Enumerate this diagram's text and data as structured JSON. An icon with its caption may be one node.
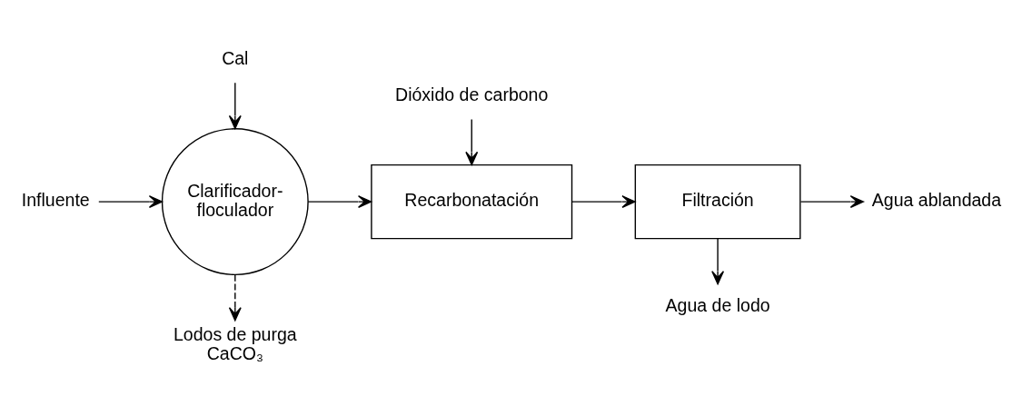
{
  "diagram": {
    "nodes": [
      {
        "text": [
          "Cal"
        ]
      },
      {
        "text": [
          "Dióxido de carbono"
        ]
      },
      {
        "text": [
          "Influente"
        ]
      },
      {
        "text": [
          "Clarificador-floculador"
        ]
      },
      {
        "text": [
          "Recarbonatación"
        ]
      },
      {
        "text": [
          "Filtración"
        ]
      },
      {
        "text": [
          "Agua ablandada"
        ]
      },
      {
        "text": [
          "Agua de lodo"
        ]
      },
      {
        "text": [
          "Lodos de purga",
          "CaCO₃"
        ]
      }
    ],
    "edges": [
      {
        "from": 0,
        "to": 3,
        "arrow": "to"
      },
      {
        "from": 2,
        "to": 3,
        "arrow": "to"
      },
      {
        "from": 3,
        "to": 4,
        "arrow": "to"
      },
      {
        "from": 1,
        "to": 4,
        "arrow": "to"
      },
      {
        "from": 4,
        "to": 5,
        "arrow": "to"
      },
      {
        "from": 5,
        "to": 6,
        "arrow": "to"
      },
      {
        "from": 5,
        "to": 7,
        "arrow": "to"
      },
      {
        "from": 3,
        "to": 8,
        "arrow": "to",
        "style": "dashed"
      }
    ]
  }
}
